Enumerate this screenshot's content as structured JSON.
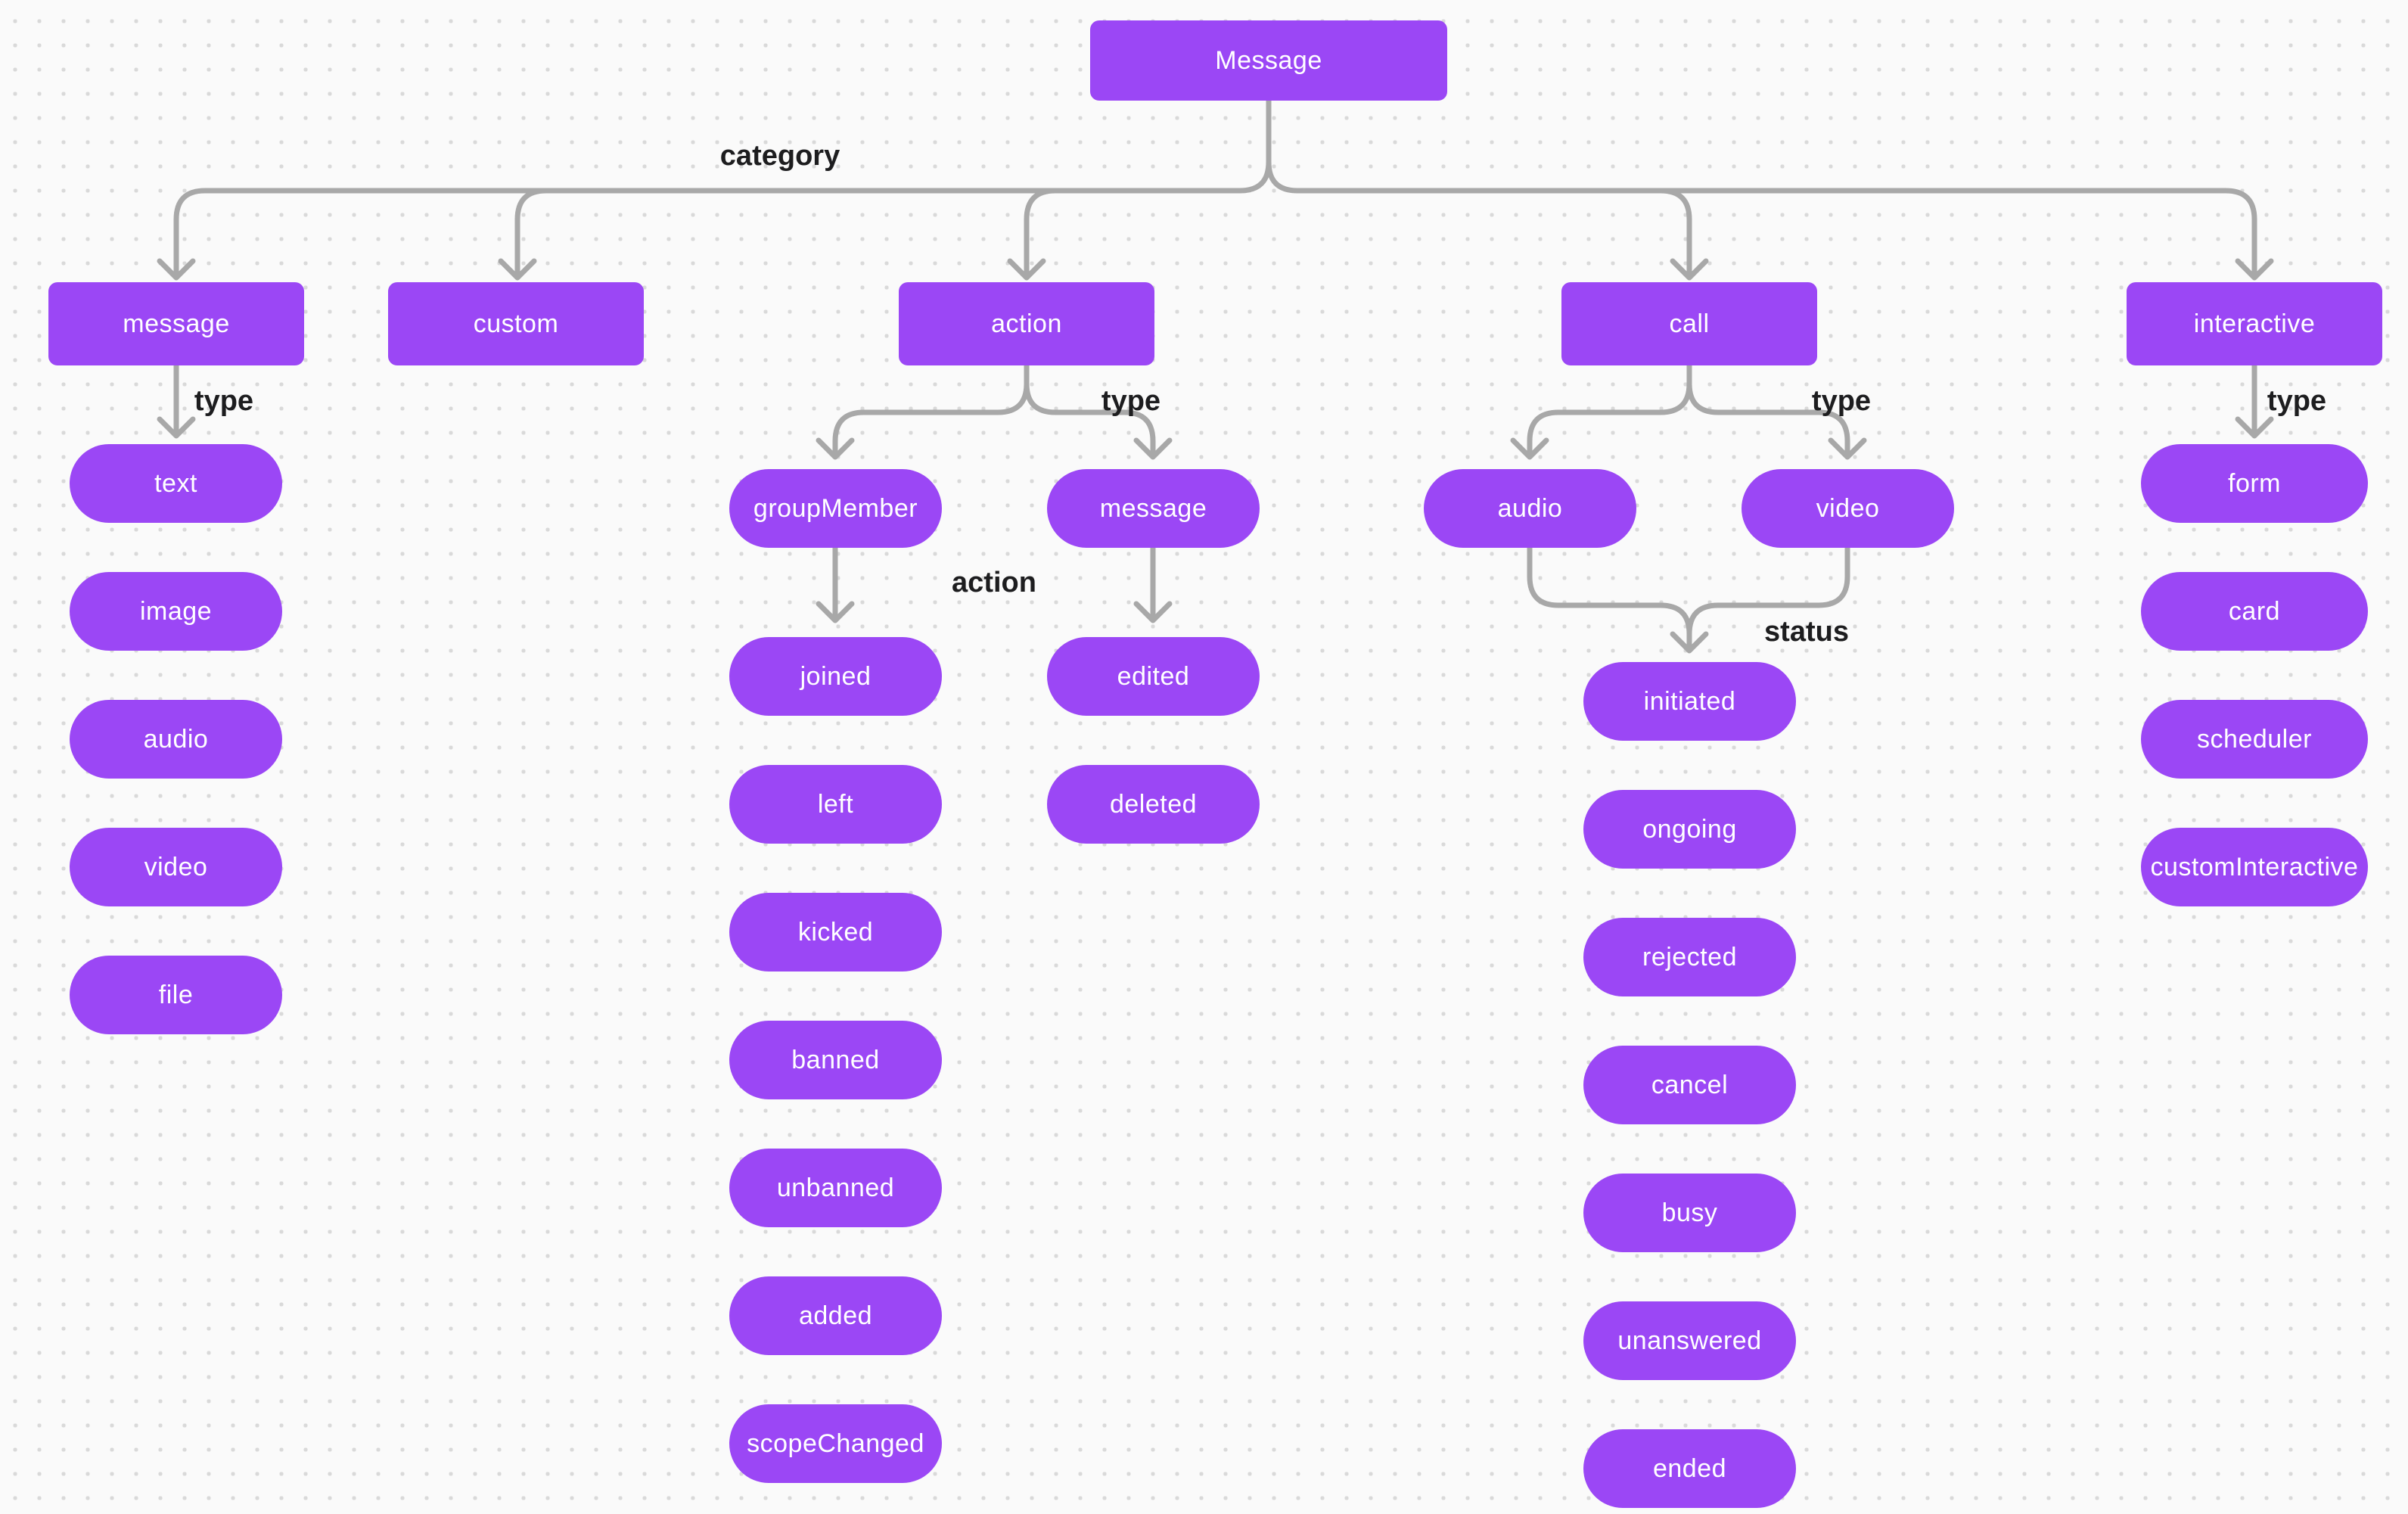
{
  "colors": {
    "node_fill": "#9b47f5",
    "node_text": "#ffffff",
    "connector": "#a8a8a8",
    "edge_label_text": "#1d1d1f",
    "canvas_background": "#fafafa",
    "grid_dot": "#d9d9d9"
  },
  "diagram": {
    "root_label": "Message",
    "category_edge_label": "category",
    "branches": [
      {
        "label": "message",
        "edge_label": "type",
        "children": [
          "text",
          "image",
          "audio",
          "video",
          "file"
        ]
      },
      {
        "label": "custom"
      },
      {
        "label": "action",
        "edge_label": "type",
        "children": [
          {
            "label": "groupMember",
            "edge_label": "action",
            "children": [
              "joined",
              "left",
              "kicked",
              "banned",
              "unbanned",
              "added",
              "scopeChanged"
            ]
          },
          {
            "label": "message",
            "children": [
              "edited",
              "deleted"
            ]
          }
        ]
      },
      {
        "label": "call",
        "edge_label": "type",
        "children": [
          {
            "label": "audio"
          },
          {
            "label": "video"
          }
        ],
        "status_edge_label": "status",
        "status_children": [
          "initiated",
          "ongoing",
          "rejected",
          "cancel",
          "busy",
          "unanswered",
          "ended"
        ]
      },
      {
        "label": "interactive",
        "edge_label": "type",
        "children": [
          "form",
          "card",
          "scheduler",
          "customInteractive"
        ]
      }
    ]
  }
}
